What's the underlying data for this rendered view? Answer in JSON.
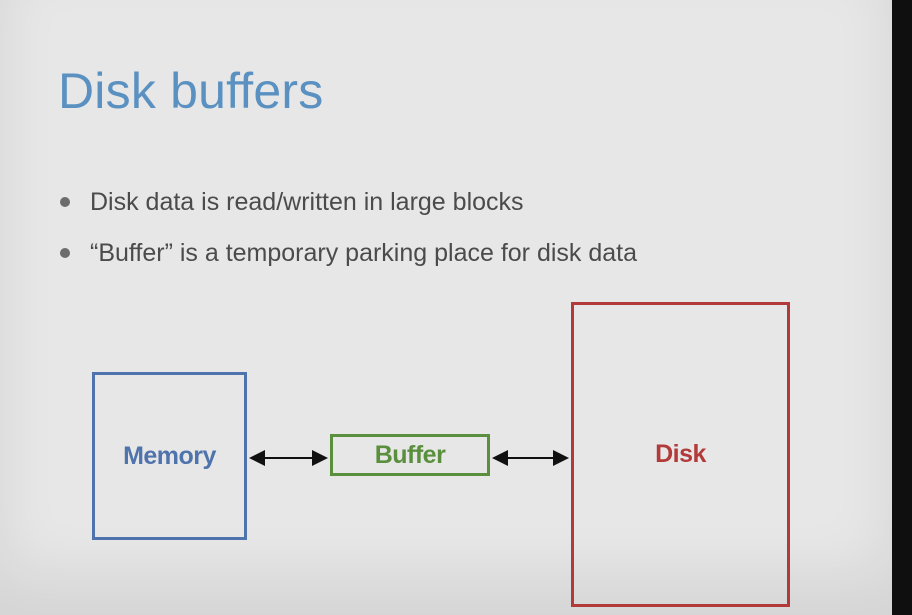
{
  "slide": {
    "title": "Disk buffers",
    "bullets": [
      "Disk data is read/written in large blocks",
      "“Buffer” is a temporary parking place for disk data"
    ]
  },
  "diagram": {
    "nodes": [
      {
        "id": "memory",
        "label": "Memory",
        "color": "#4f73ad"
      },
      {
        "id": "buffer",
        "label": "Buffer",
        "color": "#5a8f3e"
      },
      {
        "id": "disk",
        "label": "Disk",
        "color": "#b23a3a"
      }
    ],
    "edges": [
      {
        "from": "memory",
        "to": "buffer",
        "direction": "both"
      },
      {
        "from": "buffer",
        "to": "disk",
        "direction": "both"
      }
    ]
  }
}
